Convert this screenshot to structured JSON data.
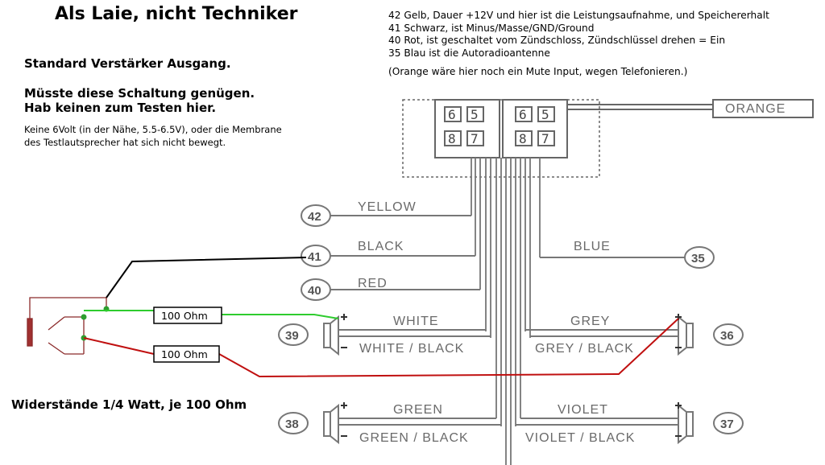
{
  "header": {
    "title": "Als Laie, nicht Techniker"
  },
  "notes": {
    "line1": "Standard Verstärker Ausgang.",
    "line2": "Müsste diese Schaltung genügen.",
    "line3": "Hab keinen zum Testen hier.",
    "small": "Keine 6Volt (in der Nähe, 5.5-6.5V), oder die Membrane des Testlautsprecher hat sich nicht bewegt."
  },
  "legend": {
    "l42": "42 Gelb, Dauer +12V und hier ist die Leistungsaufnahme, und Speichererhalt",
    "l41": "41 Schwarz, ist Minus/Masse/GND/Ground",
    "l40": "40 Rot, ist geschaltet vom Zündschloss, Zündschlüssel drehen = Ein",
    "l35": "35 Blau ist die Autoradioantenne",
    "mute": "(Orange wäre hier noch ein Mute Input, wegen Telefonieren.)"
  },
  "resistors": {
    "r1": "100 Ohm",
    "r2": "100 Ohm",
    "note": "Widerstände 1/4 Watt, je 100 Ohm"
  },
  "connector": {
    "pins_left_top": [
      "6",
      "5"
    ],
    "pins_left_bottom": [
      "8",
      "7"
    ],
    "pins_right_top": [
      "6",
      "5"
    ],
    "pins_right_bottom": [
      "8",
      "7"
    ]
  },
  "wires": {
    "orange": "ORANGE",
    "yellow": "YELLOW",
    "black": "BLACK",
    "red": "RED",
    "blue": "BLUE",
    "white": "WHITE",
    "white_black": "WHITE / BLACK",
    "grey": "GREY",
    "grey_black": "GREY / BLACK",
    "green": "GREEN",
    "green_black": "GREEN / BLACK",
    "violet": "VIOLET",
    "violet_black": "VIOLET / BLACK"
  },
  "numbers": {
    "n42": "42",
    "n41": "41",
    "n40": "40",
    "n35": "35",
    "n39": "39",
    "n36": "36",
    "n38": "38",
    "n37": "37"
  },
  "colors": {
    "green_wire": "#2ecc2e",
    "red_wire": "#c01010",
    "black_wire": "#000000",
    "diagram_grey": "#777777"
  }
}
